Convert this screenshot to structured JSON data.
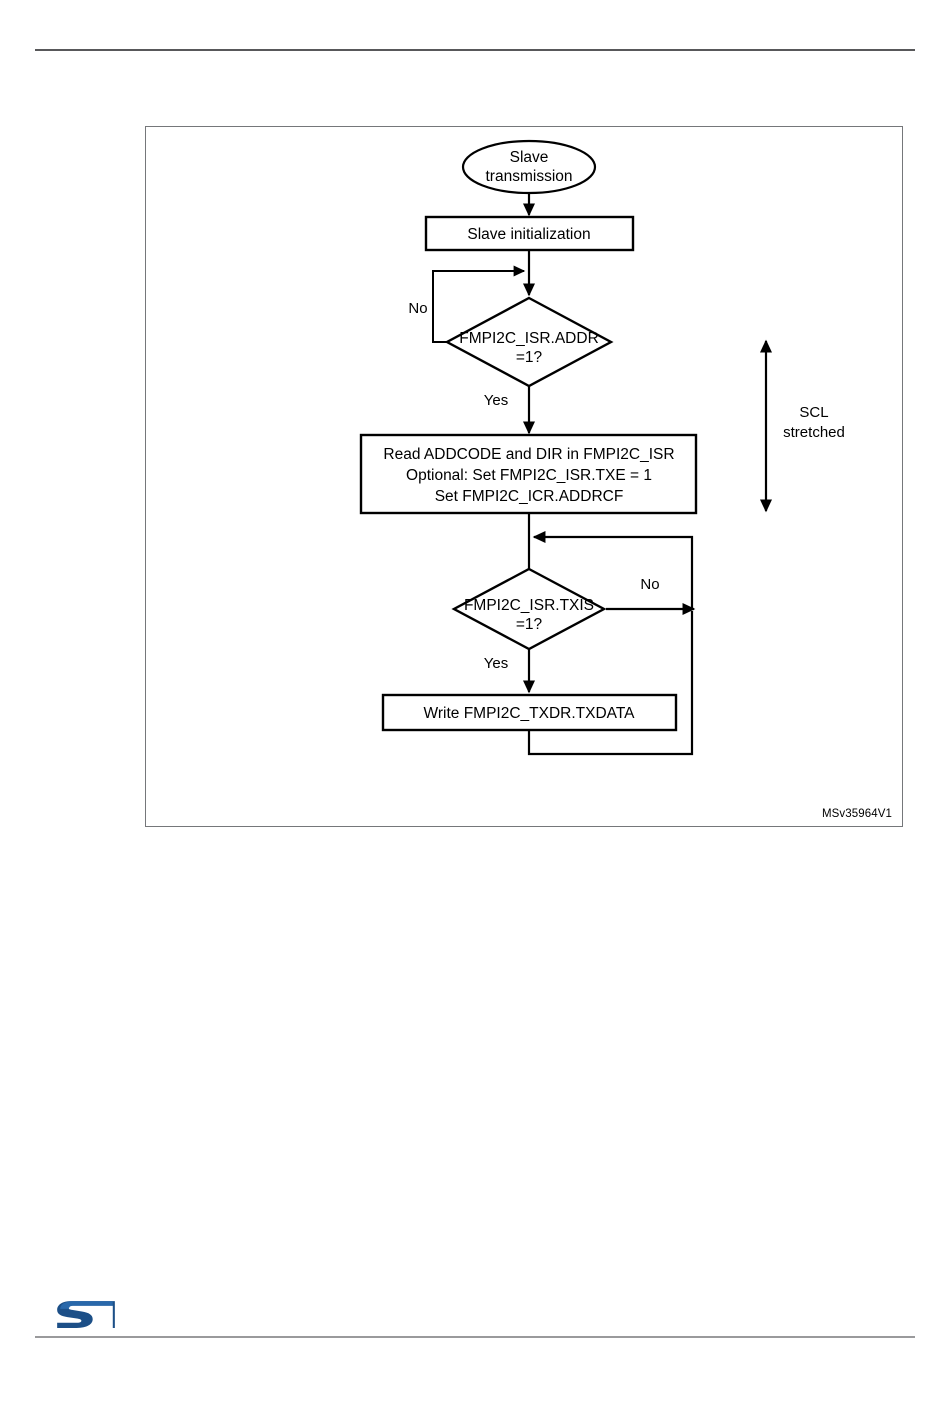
{
  "page": {
    "figure_id": "MSv35964V1",
    "logo_name": "st-logo",
    "logo_color": "#1c4f87"
  },
  "diagram": {
    "type": "flowchart",
    "title": "Slave transmission",
    "nodes": [
      {
        "id": "start",
        "shape": "terminator",
        "lines": [
          "Slave",
          "transmission"
        ]
      },
      {
        "id": "init",
        "shape": "process",
        "lines": [
          "Slave initialization"
        ]
      },
      {
        "id": "addr",
        "shape": "decision",
        "lines": [
          "FMPI2C_ISR.ADDR",
          "=1?"
        ]
      },
      {
        "id": "read",
        "shape": "process",
        "lines": [
          "Read ADDCODE and DIR in FMPI2C_ISR",
          "Optional: Set FMPI2C_ISR.TXE = 1",
          "Set FMPI2C_ICR.ADDRCF"
        ]
      },
      {
        "id": "txis",
        "shape": "decision",
        "lines": [
          "FMPI2C_ISR.TXIS",
          "=1?"
        ]
      },
      {
        "id": "write",
        "shape": "process",
        "lines": [
          "Write FMPI2C_TXDR.TXDATA"
        ]
      }
    ],
    "edge_labels": {
      "addr_no": "No",
      "addr_yes": "Yes",
      "txis_no": "No",
      "txis_yes": "Yes"
    },
    "annotation": {
      "scl_line1": "SCL",
      "scl_line2": "stretched"
    }
  },
  "text": {
    "start_l1": "Slave",
    "start_l2": "transmission",
    "init": "Slave initialization",
    "addr_l1": "FMPI2C_ISR.ADDR",
    "addr_l2": "=1?",
    "read_l1": "Read ADDCODE and DIR in FMPI2C_ISR",
    "read_l2": "Optional: Set FMPI2C_ISR.TXE = 1",
    "read_l3": "Set FMPI2C_ICR.ADDRCF",
    "txis_l1": "FMPI2C_ISR.TXIS",
    "txis_l2": "=1?",
    "write": "Write FMPI2C_TXDR.TXDATA",
    "no_addr": "No",
    "yes_addr": "Yes",
    "no_txis": "No",
    "yes_txis": "Yes",
    "scl_l1": "SCL",
    "scl_l2": "stretched",
    "figure_id": "MSv35964V1"
  }
}
